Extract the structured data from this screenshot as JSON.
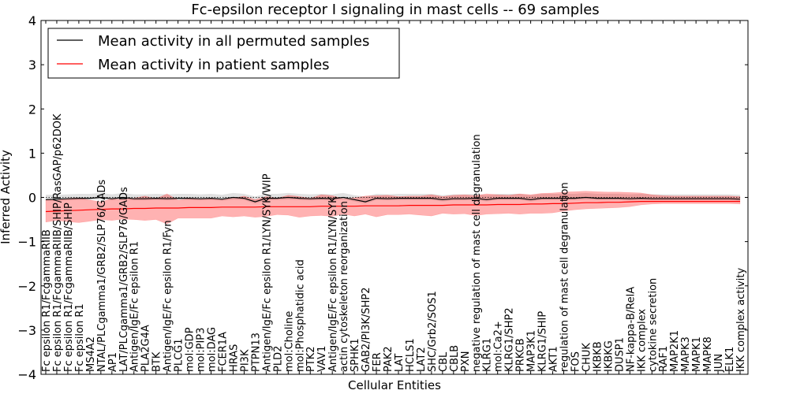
{
  "chart_data": {
    "type": "line",
    "title": "Fc-epsilon receptor I signaling in mast cells -- 69 samples",
    "xlabel": "Cellular Entities",
    "ylabel": "Inferred Activity",
    "ylim": [
      -4,
      4
    ],
    "yticks": [
      -4,
      -3,
      -2,
      -1,
      0,
      1,
      2,
      3,
      4
    ],
    "ytick_labels": [
      "−4",
      "−3",
      "−2",
      "−1",
      "0",
      "1",
      "2",
      "3",
      "4"
    ],
    "grid": false,
    "legend_position": "top-left",
    "categories": [
      "Fc epsilon R1/FcgammaRIIB",
      "Fc epsilon R1/FcgammaRIIB/SHIP/RasGAP/p62DOK",
      "Fc epsilon R1/FcgammaRIIB/SHIP",
      "Fc epsilon R1",
      "MS4A2",
      "NTAL/PLCgamma1/GRB2/SLP76/GADs",
      "AP1",
      "LAT/PLCgamma1/GRB2/SLP76/GADs",
      "Antigen/IgE/Fc epsilon R1",
      "PLA2G4A",
      "BTK",
      "Antigen/IgE/Fc epsilon R1/Fyn",
      "PLCG1",
      "mol:GDP",
      "mol:PIP3",
      "mol:DAG",
      "FCER1A",
      "HRAS",
      "PI3K",
      "PTPN13",
      "Antigen/IgE/Fc epsilon R1/LYN/SYK/WIP",
      "PLD2",
      "mol:Choline",
      "mol:Phosphatidic acid",
      "PTK2",
      "VAV1",
      "Antigen/IgE/Fc epsilon R1/LYN/SYK",
      "actin cytoskeleton reorganization",
      "SPHK1",
      "GAB2/PI3K/SHP2",
      "FER",
      "PAK2",
      "LAT",
      "HCLS1",
      "LAT2",
      "SHC/Grb2/SOS1",
      "CBL",
      "CBLB",
      "PXN",
      "negative regulation of mast cell degranulation",
      "KLRG1",
      "mol:Ca2+",
      "KLRG1/SHP2",
      "PRKCB",
      "MAP3K1",
      "KLRG1/SHIP",
      "AKT1",
      "regulation of mast cell degranulation",
      "FOS",
      "CHUK",
      "IKBKB",
      "IKBKG",
      "DUSP1",
      "NF-kappa-B/RelA",
      "IKK complex",
      "cytokine secretion",
      "RAF1",
      "MAP2K1",
      "MAPK3",
      "MAPK1",
      "MAPK8",
      "JUN",
      "ELK1",
      "IKK complex activity"
    ],
    "series": [
      {
        "name": "Mean activity in all permuted samples",
        "color": "#000000",
        "values": [
          -0.05,
          -0.04,
          -0.03,
          -0.02,
          -0.02,
          0.0,
          -0.03,
          0.0,
          -0.03,
          -0.03,
          -0.02,
          -0.03,
          -0.02,
          -0.02,
          -0.03,
          -0.02,
          -0.04,
          0.0,
          -0.02,
          -0.1,
          -0.02,
          -0.02,
          0.0,
          -0.02,
          -0.03,
          -0.02,
          -0.03,
          0.0,
          -0.05,
          -0.1,
          -0.02,
          -0.03,
          -0.02,
          -0.02,
          -0.02,
          -0.02,
          -0.05,
          -0.03,
          -0.03,
          -0.02,
          -0.05,
          -0.02,
          -0.02,
          -0.02,
          -0.05,
          -0.02,
          -0.02,
          -0.02,
          -0.02,
          0.0,
          -0.02,
          -0.02,
          -0.02,
          -0.03,
          -0.02,
          -0.03,
          -0.03,
          -0.03,
          -0.03,
          -0.03,
          -0.03,
          -0.03,
          -0.03,
          -0.04
        ],
        "band_low": [
          -0.08,
          -0.08,
          -0.07,
          -0.06,
          -0.06,
          -0.05,
          -0.07,
          -0.05,
          -0.07,
          -0.07,
          -0.06,
          -0.07,
          -0.06,
          -0.06,
          -0.07,
          -0.06,
          -0.08,
          -0.05,
          -0.06,
          -0.14,
          -0.06,
          -0.06,
          -0.05,
          -0.06,
          -0.07,
          -0.06,
          -0.07,
          -0.05,
          -0.09,
          -0.14,
          -0.06,
          -0.07,
          -0.06,
          -0.06,
          -0.06,
          -0.06,
          -0.09,
          -0.07,
          -0.07,
          -0.06,
          -0.09,
          -0.06,
          -0.06,
          -0.06,
          -0.09,
          -0.06,
          -0.06,
          -0.06,
          -0.06,
          -0.05,
          -0.06,
          -0.06,
          -0.06,
          -0.07,
          -0.06,
          -0.07,
          -0.07,
          -0.07,
          -0.07,
          -0.07,
          -0.07,
          -0.07,
          -0.07,
          -0.08
        ],
        "band_high": [
          0.06,
          0.06,
          0.07,
          0.08,
          0.08,
          0.1,
          0.07,
          0.1,
          0.07,
          0.07,
          0.08,
          0.07,
          0.08,
          0.08,
          0.07,
          0.08,
          0.06,
          0.1,
          0.08,
          0.02,
          0.08,
          0.08,
          0.1,
          0.08,
          0.07,
          0.08,
          0.07,
          0.1,
          0.05,
          0.02,
          0.08,
          0.07,
          0.08,
          0.08,
          0.08,
          0.08,
          0.05,
          0.07,
          0.07,
          0.08,
          0.05,
          0.08,
          0.08,
          0.08,
          0.05,
          0.08,
          0.08,
          0.08,
          0.08,
          0.1,
          0.08,
          0.08,
          0.08,
          0.07,
          0.08,
          0.07,
          0.07,
          0.07,
          0.07,
          0.07,
          0.07,
          0.07,
          0.07,
          0.06
        ]
      },
      {
        "name": "Mean activity in patient samples",
        "color": "#ff0000",
        "values": [
          -0.32,
          -0.31,
          -0.3,
          -0.29,
          -0.28,
          -0.27,
          -0.26,
          -0.26,
          -0.25,
          -0.25,
          -0.24,
          -0.24,
          -0.24,
          -0.23,
          -0.23,
          -0.23,
          -0.22,
          -0.22,
          -0.22,
          -0.22,
          -0.21,
          -0.21,
          -0.21,
          -0.21,
          -0.21,
          -0.2,
          -0.2,
          -0.2,
          -0.2,
          -0.19,
          -0.19,
          -0.19,
          -0.19,
          -0.18,
          -0.18,
          -0.18,
          -0.18,
          -0.17,
          -0.17,
          -0.17,
          -0.17,
          -0.16,
          -0.16,
          -0.16,
          -0.15,
          -0.15,
          -0.14,
          -0.14,
          -0.13,
          -0.12,
          -0.12,
          -0.11,
          -0.11,
          -0.1,
          -0.09,
          -0.09,
          -0.09,
          -0.09,
          -0.09,
          -0.09,
          -0.09,
          -0.09,
          -0.09,
          -0.09
        ],
        "band_low": [
          -0.56,
          -0.52,
          -0.55,
          -0.57,
          -0.54,
          -0.5,
          -0.52,
          -0.49,
          -0.5,
          -0.52,
          -0.5,
          -0.6,
          -0.47,
          -0.47,
          -0.47,
          -0.47,
          -0.42,
          -0.44,
          -0.42,
          -0.45,
          -0.43,
          -0.39,
          -0.4,
          -0.45,
          -0.42,
          -0.41,
          -0.43,
          -0.38,
          -0.42,
          -0.38,
          -0.44,
          -0.39,
          -0.39,
          -0.38,
          -0.4,
          -0.42,
          -0.36,
          -0.38,
          -0.37,
          -0.41,
          -0.38,
          -0.37,
          -0.36,
          -0.38,
          -0.36,
          -0.36,
          -0.35,
          -0.31,
          -0.28,
          -0.26,
          -0.25,
          -0.24,
          -0.23,
          -0.21,
          -0.17,
          -0.15,
          -0.14,
          -0.14,
          -0.14,
          -0.14,
          -0.14,
          -0.14,
          -0.14,
          -0.15
        ],
        "band_high": [
          -0.05,
          -0.07,
          -0.02,
          -0.01,
          -0.06,
          -0.1,
          -0.03,
          -0.05,
          -0.02,
          0.03,
          -0.03,
          0.08,
          -0.06,
          -0.03,
          -0.04,
          -0.02,
          -0.04,
          -0.02,
          0.03,
          -0.05,
          0.02,
          -0.02,
          0.05,
          0.02,
          -0.02,
          0.06,
          0.04,
          -0.03,
          -0.01,
          0.03,
          0.04,
          0.05,
          0.02,
          0.03,
          0.03,
          0.06,
          0.02,
          0.05,
          0.06,
          0.04,
          0.08,
          0.06,
          0.05,
          0.08,
          0.06,
          0.09,
          0.1,
          0.12,
          0.13,
          0.14,
          0.13,
          0.12,
          0.12,
          0.11,
          0.1,
          0.06,
          0.04,
          0.03,
          0.03,
          0.03,
          0.03,
          0.03,
          0.03,
          0.02
        ]
      }
    ]
  }
}
